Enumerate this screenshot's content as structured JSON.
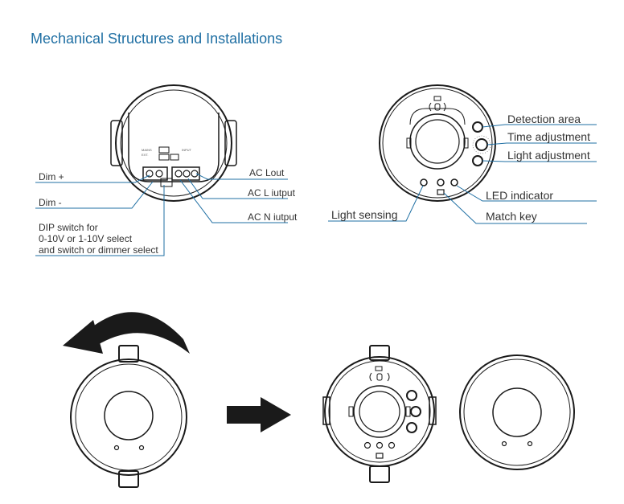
{
  "page": {
    "title": "Mechanical Structures and Installations"
  },
  "wiring_view": {
    "labels": {
      "dim_plus": "Dim +",
      "dim_minus": "Dim -",
      "dip_line1": "DIP switch for",
      "dip_line2": "0-10V or 1-10V select",
      "dip_line3": "and switch or dimmer select",
      "ac_lout": "AC Lout",
      "ac_l_input": "AC L iutput",
      "ac_n_input": "AC N iutput"
    }
  },
  "front_view": {
    "labels": {
      "detection_area": "Detection area",
      "time_adjustment": "Time adjustment",
      "light_adjustment": "Light adjustment",
      "led_indicator": "LED indicator",
      "light_sensing": "Light sensing",
      "match_key": "Match key"
    }
  },
  "colors": {
    "line_blue": "#1f6fa3",
    "drawing": "#1a1a1a",
    "arrow": "#1a1a1a"
  }
}
